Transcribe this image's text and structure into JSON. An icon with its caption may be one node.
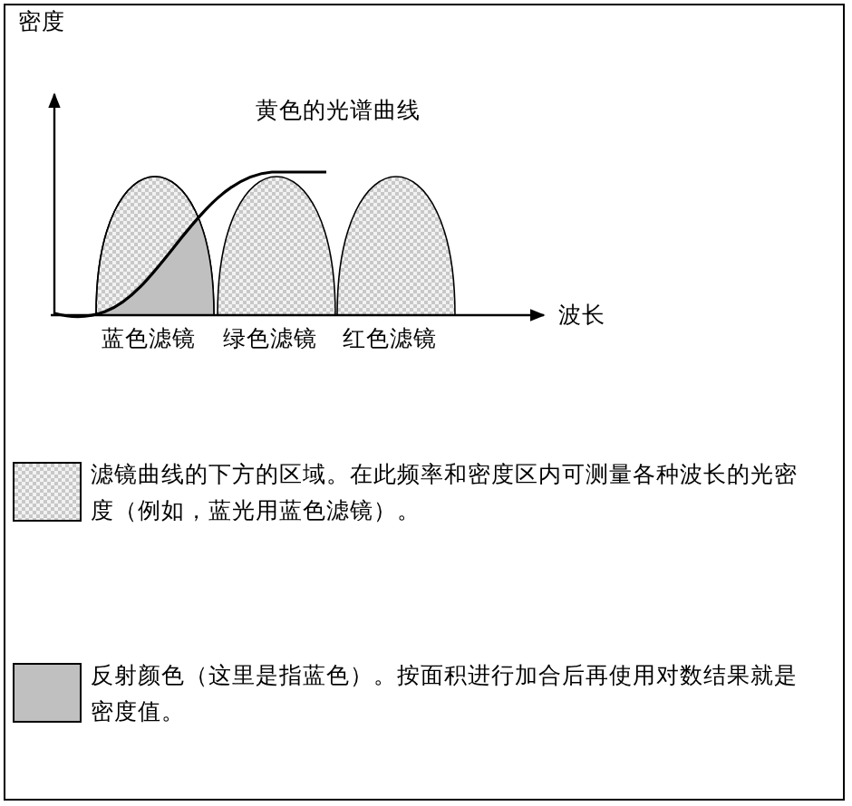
{
  "diagram": {
    "labels": [
      "密度",
      "黄色的光谱曲线",
      "波长",
      "蓝色滤镜",
      "绿色滤镜",
      "红色滤镜"
    ],
    "legend": [
      {
        "text": "滤镜曲线的下方的区域。在此频率和密度区内可测量各种波长的光密度（例如，蓝光用蓝色滤镜）。"
      },
      {
        "text": "反射颜色（这里是指蓝色）。按面积进行加合后再使用对数结果就是密度值。",
        "color": "#c0c0c0"
      }
    ]
  }
}
